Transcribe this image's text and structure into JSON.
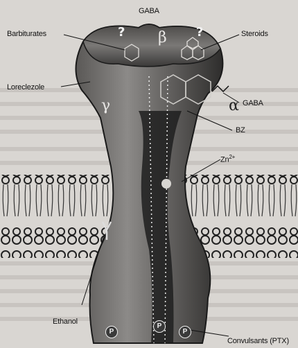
{
  "labels": {
    "gaba_top": "GABA",
    "barbiturates": "Barbiturates",
    "steroids": "Steroids",
    "loreclezole": "Loreclezole",
    "gaba_right": "GABA",
    "bz": "BZ",
    "zn": "Zn",
    "zn_sup": "2+",
    "ethanol": "Ethanol",
    "convulsants": "Convulsants (PTX)"
  },
  "subunits": {
    "beta": "β",
    "alpha": "α",
    "gamma": "γ"
  },
  "marks": {
    "question": "?",
    "phospho": "P"
  },
  "colors": {
    "background": "#d9d6d2",
    "channel_dark": "#2a2a2a",
    "channel_light": "#8a8886",
    "membrane": "#1c1c1c"
  }
}
